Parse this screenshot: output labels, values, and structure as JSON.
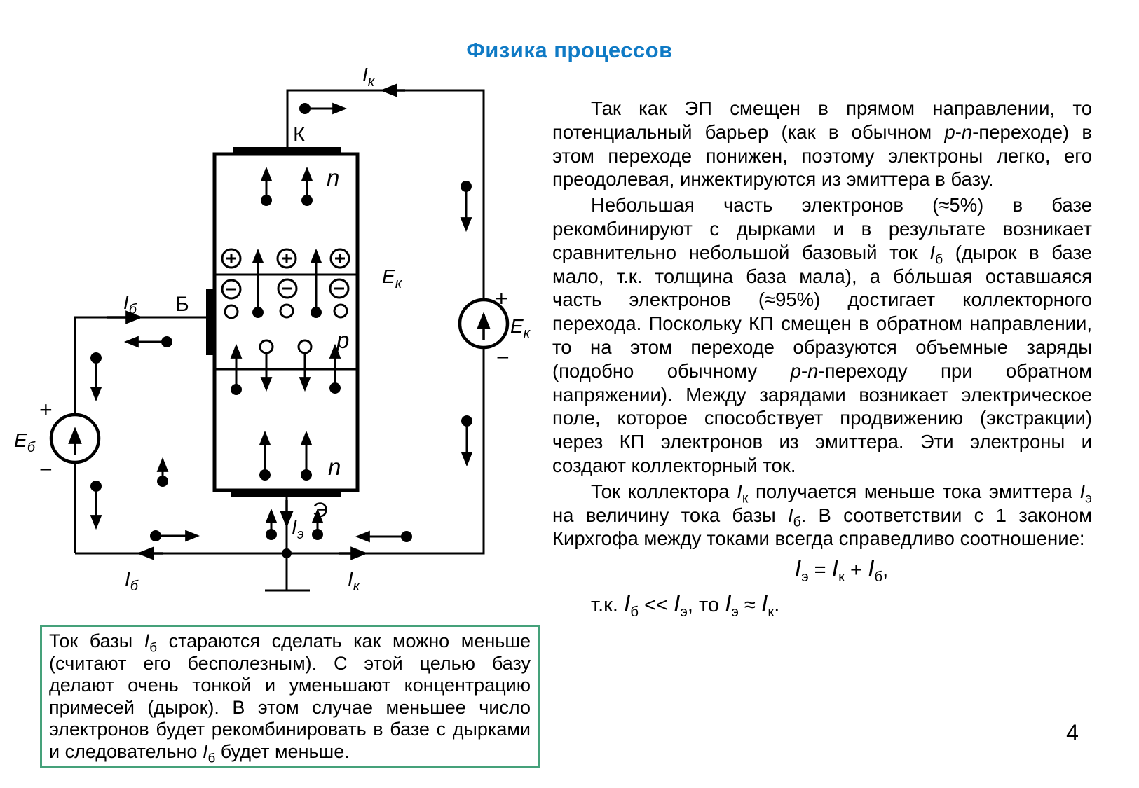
{
  "slide": {
    "title": "Физика процессов",
    "page_number": "4"
  },
  "colors": {
    "title_blue": "#0F7AC5",
    "note_border_green": "#45A17A",
    "diagram_black": "#000000"
  },
  "diagram": {
    "terminals": {
      "collector": "К",
      "base": "Б",
      "emitter": "Э"
    },
    "regions": {
      "n_top": "n",
      "p_middle": "p",
      "n_bottom": "n"
    },
    "labels": {
      "ik_top": {
        "base": "I",
        "sub": "к"
      },
      "ib_left": {
        "base": "I",
        "sub": "б"
      },
      "ie": {
        "base": "I",
        "sub": "э"
      },
      "ib_bottom": {
        "base": "I",
        "sub": "б"
      },
      "ik_bottom": {
        "base": "I",
        "sub": "к"
      },
      "ek_field": {
        "base": "E",
        "sub": "к"
      },
      "ek_battery": {
        "base": "E",
        "sub": "к"
      },
      "eb_battery": {
        "base": "E",
        "sub": "б"
      },
      "plus": "+",
      "minus": "−"
    }
  },
  "main_text": {
    "paragraphs": [
      {
        "segments": [
          {
            "t": "Так как ЭП смещен в прямом направлении, то потенциальный барьер (как в обычном "
          },
          {
            "t": "p",
            "s": "i"
          },
          {
            "t": "-"
          },
          {
            "t": "n",
            "s": "i"
          },
          {
            "t": "-переходе) в этом переходе понижен, поэтому электроны легко, его преодолевая, инжектируются из эмиттера в базу."
          }
        ]
      },
      {
        "segments": [
          {
            "t": "Небольшая часть электронов (≈5%) в базе рекомбинируют с дырками и в результате возникает сравнительно небольшой базовый ток "
          },
          {
            "t": "I",
            "s": "i"
          },
          {
            "t": "б",
            "s": "sub"
          },
          {
            "t": " (дырок в базе мало, т.к. толщина база мала), а бо́льшая оставшаяся часть электронов (≈95%) достигает коллекторного перехода. Поскольку КП смещен в обратном направлении, то на этом переходе образуются объемные заряды (подобно обычному "
          },
          {
            "t": "p",
            "s": "i"
          },
          {
            "t": "-"
          },
          {
            "t": "n",
            "s": "i"
          },
          {
            "t": "-переходу при обратном напряжении). Между зарядами возникает электрическое поле, которое способствует продвижению (экстракции) через КП электронов из эмиттера. Эти электроны и создают коллекторный ток."
          }
        ]
      },
      {
        "segments": [
          {
            "t": "Ток коллектора "
          },
          {
            "t": "I",
            "s": "i"
          },
          {
            "t": "к",
            "s": "sub"
          },
          {
            "t": " получается меньше тока эмиттера "
          },
          {
            "t": "I",
            "s": "i"
          },
          {
            "t": "э",
            "s": "sub"
          },
          {
            "t": " на величину тока базы "
          },
          {
            "t": "I",
            "s": "i"
          },
          {
            "t": "б",
            "s": "sub"
          },
          {
            "t": ". В соответствии с 1 законом Кирхгофа между токами всегда справедливо соотношение:"
          }
        ]
      }
    ],
    "formula_main": [
      {
        "t": "I",
        "s": "fi"
      },
      {
        "t": "э",
        "s": "sub"
      },
      {
        "t": " = "
      },
      {
        "t": "I",
        "s": "fi"
      },
      {
        "t": "к",
        "s": "sub"
      },
      {
        "t": " + "
      },
      {
        "t": "I",
        "s": "fi"
      },
      {
        "t": "б",
        "s": "sub"
      },
      {
        "t": ","
      }
    ],
    "formula_note": [
      {
        "t": "т.к. "
      },
      {
        "t": "I",
        "s": "fi"
      },
      {
        "t": "б",
        "s": "sub"
      },
      {
        "t": " << "
      },
      {
        "t": "I",
        "s": "fi"
      },
      {
        "t": "э",
        "s": "sub"
      },
      {
        "t": ", то "
      },
      {
        "t": "I",
        "s": "fi"
      },
      {
        "t": "э",
        "s": "sub"
      },
      {
        "t": " ≈ "
      },
      {
        "t": "I",
        "s": "fi"
      },
      {
        "t": "к",
        "s": "sub"
      },
      {
        "t": "."
      }
    ]
  },
  "note_box": {
    "segments": [
      {
        "t": "Ток базы "
      },
      {
        "t": "I",
        "s": "i"
      },
      {
        "t": "б",
        "s": "sub"
      },
      {
        "t": " стараются сделать как можно меньше (считают его бесполезным). С этой целью базу делают очень тонкой и уменьшают концентрацию примесей (дырок). В этом случае меньшее число электронов будет рекомбинировать в базе с дырками и следовательно "
      },
      {
        "t": "I",
        "s": "i"
      },
      {
        "t": "б",
        "s": "sub"
      },
      {
        "t": " будет меньше."
      }
    ]
  }
}
